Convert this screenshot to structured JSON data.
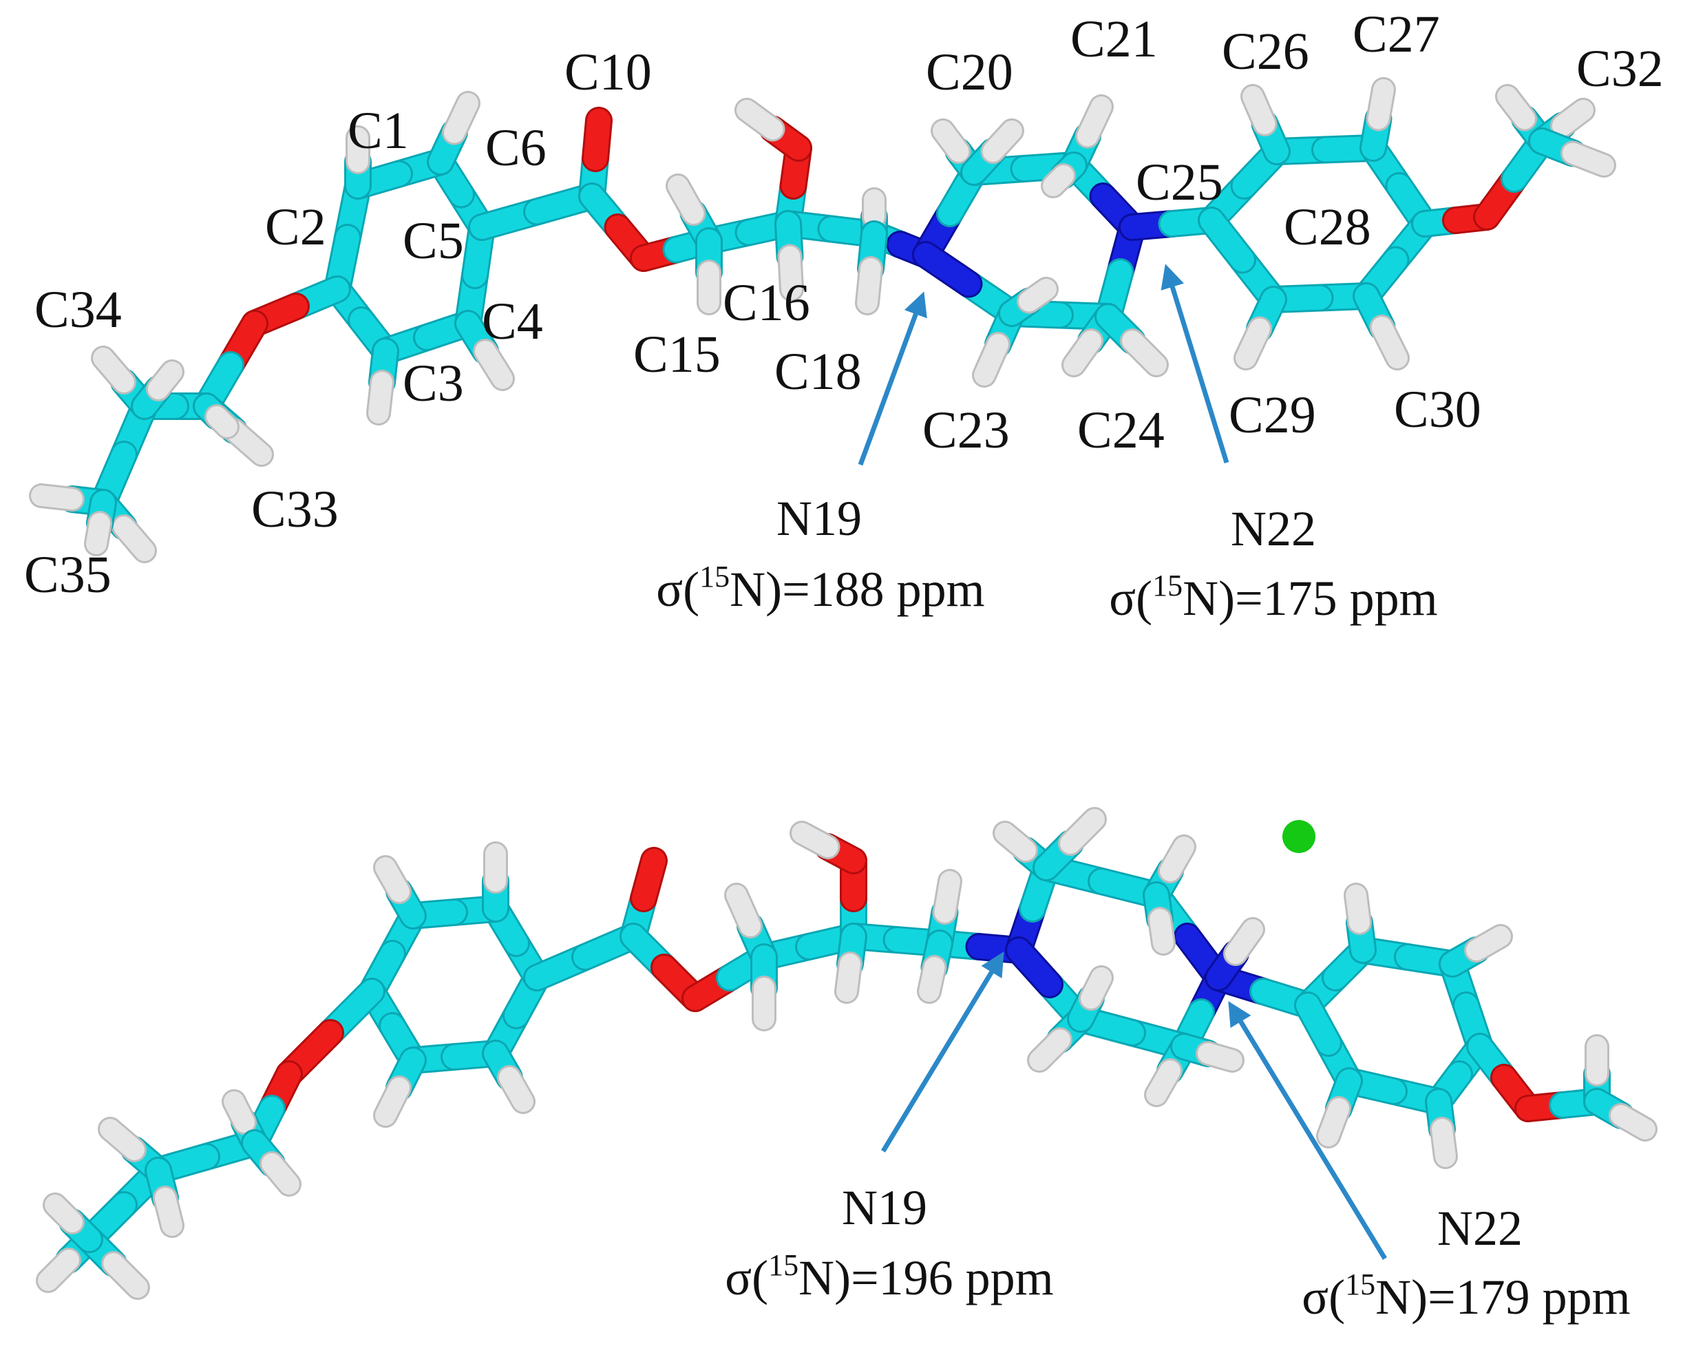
{
  "colors": {
    "carbon": "#12d6de",
    "carbon_dark": "#0aa7b3",
    "hydrogen": "#e6e6e6",
    "hydrogen_dark": "#bdbdbd",
    "oxygen": "#ef1c1c",
    "oxygen_dark": "#b40d0d",
    "nitrogen": "#1721e0",
    "nitrogen_dark": "#0b0f9c",
    "chloride": "#14c814",
    "arrow": "#2b88c8",
    "text": "#111111"
  },
  "atom_labels": [
    "C1",
    "C2",
    "C3",
    "C4",
    "C5",
    "C6",
    "C10",
    "C15",
    "C16",
    "C18",
    "C20",
    "C21",
    "C23",
    "C24",
    "C25",
    "C26",
    "C27",
    "C28",
    "C29",
    "C30",
    "C32",
    "C33",
    "C34",
    "C35"
  ],
  "panels": [
    {
      "id": "top",
      "callouts": [
        {
          "name": "N19",
          "shift_prefix": "σ(",
          "shift_sup": "15",
          "shift_suffix": "N)=188 ppm"
        },
        {
          "name": "N22",
          "shift_prefix": "σ(",
          "shift_sup": "15",
          "shift_suffix": "N)=175 ppm"
        }
      ]
    },
    {
      "id": "bottom",
      "callouts": [
        {
          "name": "N19",
          "shift_prefix": "σ(",
          "shift_sup": "15",
          "shift_suffix": "N)=196 ppm"
        },
        {
          "name": "N22",
          "shift_prefix": "σ(",
          "shift_sup": "15",
          "shift_suffix": "N)=179 ppm"
        }
      ]
    }
  ]
}
